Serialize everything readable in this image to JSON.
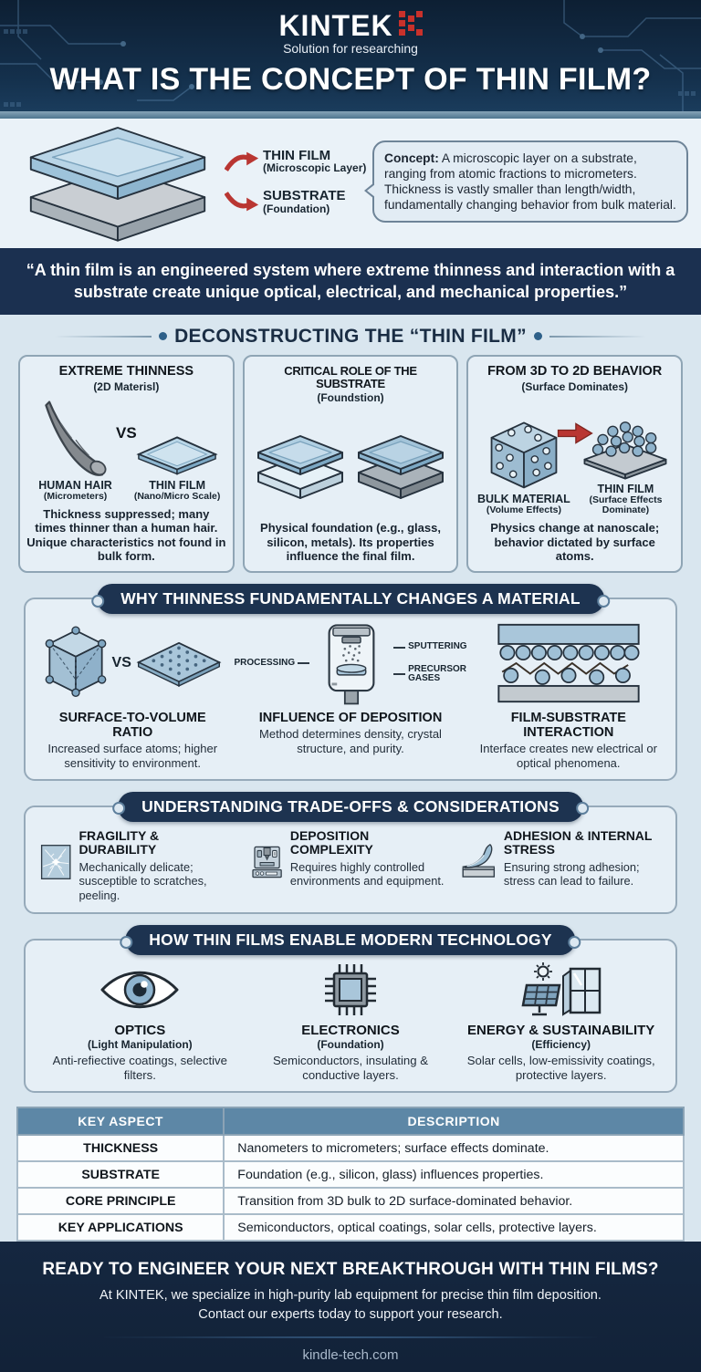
{
  "header": {
    "brand": "KINTEK",
    "tagline": "Solution for researching",
    "title": "WHAT IS THE CONCEPT OF THIN FILM?"
  },
  "concept": {
    "film_label": "THIN FILM",
    "film_sub": "(Microscopic Layer)",
    "substrate_label": "SUBSTRATE",
    "substrate_sub": "(Foundation)",
    "bubble_label": "Concept:",
    "bubble_text": " A microscopic layer on a substrate, ranging from atomic fractions to micrometers. Thickness is vastly smaller than length/width, fundamentally changing behavior from bulk material."
  },
  "quote": "“A thin film is an engineered system where extreme thinness and interaction with a substrate create unique optical, electrical, and mechanical properties.”",
  "deconstruct": {
    "title": "DECONSTRUCTING THE “THIN FILM”",
    "cards": [
      {
        "title": "EXTREME THINNESS",
        "subtitle": "(2D Materisl)",
        "vs": "VS",
        "left_label": "HUMAN HAIR",
        "left_sub": "(Micrometers)",
        "right_label": "THIN FILM",
        "right_sub": "(Nano/Micro Scale)",
        "desc": "Thickness suppressed; many times thinner than a human hair. Unique characteristics not found in bulk form."
      },
      {
        "title": "CRITICAL ROLE OF THE SUBSTRATE",
        "subtitle": "(Foundstion)",
        "desc": "Physical foundation (e.g., glass, silicon, metals). Its properties influence the final film."
      },
      {
        "title": "FROM 3D TO 2D BEHAVIOR",
        "subtitle": "(Surface Dominates)",
        "left_label": "BULK MATERIAL",
        "left_sub": "(Volume Effects)",
        "right_label": "THIN FILM",
        "right_sub": "(Surface Effects Dominate)",
        "desc": "Physics change at nanoscale; behavior dictated by surface atoms."
      }
    ]
  },
  "why": {
    "title": "WHY THINNESS FUNDAMENTALLY CHANGES A MATERIAL",
    "vs": "VS",
    "chamber_labels": {
      "processing": "PROCESSING",
      "sputtering": "SPUTTERING",
      "precursor": "PRECURSOR GASES"
    },
    "items": [
      {
        "title": "SURFACE-TO-VOLUME RATIO",
        "desc": "Increased surface atoms; higher sensitivity to environment."
      },
      {
        "title": "INFLUENCE OF DEPOSITION",
        "desc": "Method determines density, crystal structure, and purity."
      },
      {
        "title": "FILM-SUBSTRATE INTERACTION",
        "desc": "Interface creates new electrical or optical phenomena."
      }
    ]
  },
  "tradeoffs": {
    "title": "UNDERSTANDING TRADE-OFFS & CONSIDERATIONS",
    "items": [
      {
        "title": "FRAGILITY & DURABILITY",
        "desc": "Mechanically delicate; susceptible to scratches, peeling."
      },
      {
        "title": "DEPOSITION COMPLEXITY",
        "desc": "Requires highly controlled environments and equipment."
      },
      {
        "title": "ADHESION & INTERNAL STRESS",
        "desc": "Ensuring strong adhesion; stress can lead to failure."
      }
    ]
  },
  "enable": {
    "title": "HOW THIN FILMS ENABLE MODERN TECHNOLOGY",
    "items": [
      {
        "title": "OPTICS",
        "subtitle": "(Light Manipulation)",
        "desc": "Anti-refiective coatings, selective filters."
      },
      {
        "title": "ELECTRONICS",
        "subtitle": "(Foundation)",
        "desc": "Semiconductors, insulating & conductive layers."
      },
      {
        "title": "ENERGY & SUSTAINABILITY",
        "subtitle": "(Efficiency)",
        "desc": "Solar cells, low-emissivity coatings, protective layers."
      }
    ]
  },
  "table": {
    "headers": [
      "KEY ASPECT",
      "DESCRIPTION"
    ],
    "rows": [
      {
        "aspect": "THICKNESS",
        "description": "Nanometers to micrometers; surface effects dominate."
      },
      {
        "aspect": "SUBSTRATE",
        "description": "Foundation (e.g., silicon, glass) influences properties."
      },
      {
        "aspect": "CORE PRINCIPLE",
        "description": "Transition from 3D bulk to 2D surface-dominated behavior."
      },
      {
        "aspect": "KEY APPLICATIONS",
        "description": "Semiconductors, optical coatings, solar cells, protective layers."
      }
    ]
  },
  "footer": {
    "heading": "READY TO ENGINEER YOUR NEXT BREAKTHROUGH WITH THIN FILMS?",
    "line1": "At KINTEK, we specialize in high-purity lab equipment for precise thin film deposition.",
    "line2": "Contact our experts today to support your research.",
    "website": "kindle-tech.com"
  },
  "colors": {
    "header_navy": "#14304c",
    "quote_navy": "#1b3050",
    "pill_navy": "#1d3350",
    "accent_red": "#b93632",
    "table_header": "#5d87a6",
    "page_bg": "#d9e6ef",
    "card_bg": "#e6eff6"
  }
}
